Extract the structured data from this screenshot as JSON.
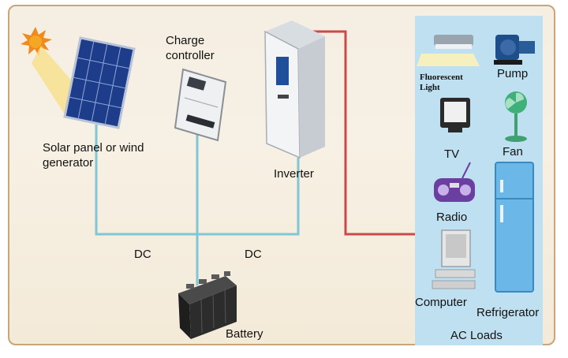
{
  "components": {
    "solar_panel": "Solar panel or wind generator",
    "charge_controller": "Charge controller",
    "inverter": "Inverter",
    "battery": "Battery"
  },
  "links": {
    "dc_left": "DC",
    "dc_right": "DC"
  },
  "loads": {
    "title": "AC Loads",
    "fluorescent_light": "Fluorescent Light",
    "pump": "Pump",
    "tv": "TV",
    "fan": "Fan",
    "radio": "Radio",
    "computer": "Computer",
    "refrigerator": "Refrigerator"
  },
  "colors": {
    "dc_wire": "#7fc6d6",
    "ac_wire": "#c84a4a",
    "loads_bg": "#bfe0f0",
    "frame_border": "#c9a57a"
  }
}
